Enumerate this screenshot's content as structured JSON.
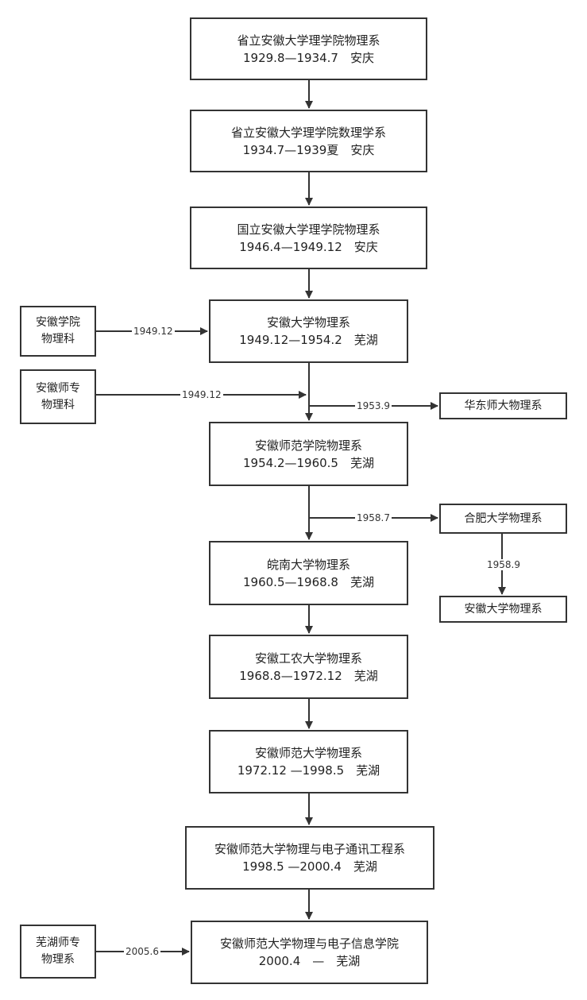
{
  "nodes": {
    "n1": {
      "line1": "省立安徽大学理学院物理系",
      "line2": "1929.8—1934.7　安庆"
    },
    "n2": {
      "line1": "省立安徽大学理学院数理学系",
      "line2": "1934.7—1939夏　安庆"
    },
    "n3": {
      "line1": "国立安徽大学理学院物理系",
      "line2": "1946.4—1949.12　安庆"
    },
    "n4": {
      "line1": "安徽大学物理系",
      "line2": "1949.12—1954.2　芜湖"
    },
    "n5": {
      "line1": "安徽师范学院物理系",
      "line2": "1954.2—1960.5　芜湖"
    },
    "n6": {
      "line1": "皖南大学物理系",
      "line2": "1960.5—1968.8　芜湖"
    },
    "n7": {
      "line1": "安徽工农大学物理系",
      "line2": "1968.8—1972.12　芜湖"
    },
    "n8": {
      "line1": "安徽师范大学物理系",
      "line2": "1972.12 —1998.5　芜湖"
    },
    "n9": {
      "line1": "安徽师范大学物理与电子通讯工程系",
      "line2": "1998.5 —2000.4　芜湖"
    },
    "n10": {
      "line1": "安徽师范大学物理与电子信息学院",
      "line2": "2000.4　—　芜湖"
    },
    "s1": {
      "line1": "安徽学院",
      "line2": "物理科"
    },
    "s2": {
      "line1": "安徽师专",
      "line2": "物理科"
    },
    "s3": {
      "line1": "芜湖师专",
      "line2": "物理系"
    },
    "r1": {
      "line1": "华东师大物理系"
    },
    "r2": {
      "line1": "合肥大学物理系"
    },
    "r3": {
      "line1": "安徽大学物理系"
    }
  },
  "edge_labels": {
    "s1_to_n4": "1949.12",
    "s2_to_n4": "1949.12",
    "n4_to_r1": "1953.9",
    "n5_to_r2": "1958.7",
    "r2_to_r3": "1958.9",
    "s3_to_n10": "2005.6"
  }
}
